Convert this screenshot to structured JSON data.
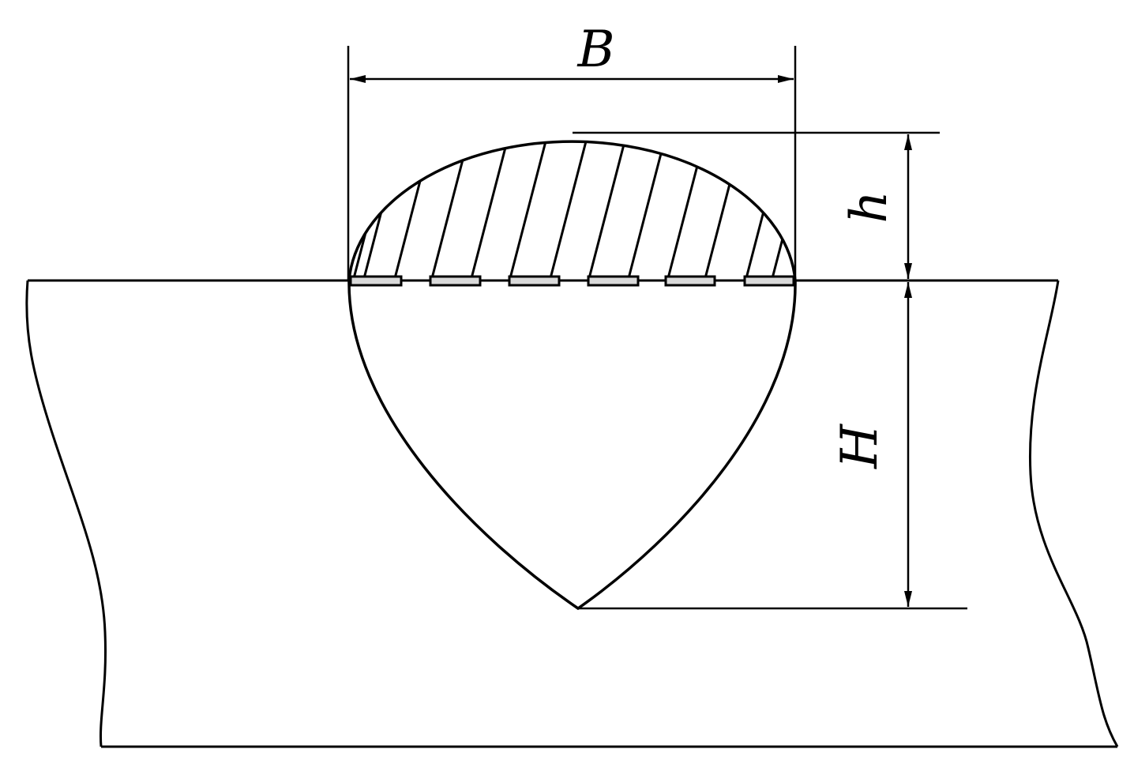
{
  "labels": {
    "width": "B",
    "reinforcement_height": "h",
    "penetration_depth": "H"
  },
  "colors": {
    "line": "#000000",
    "fill_strip": "#d9d9d9",
    "background": "#ffffff"
  }
}
